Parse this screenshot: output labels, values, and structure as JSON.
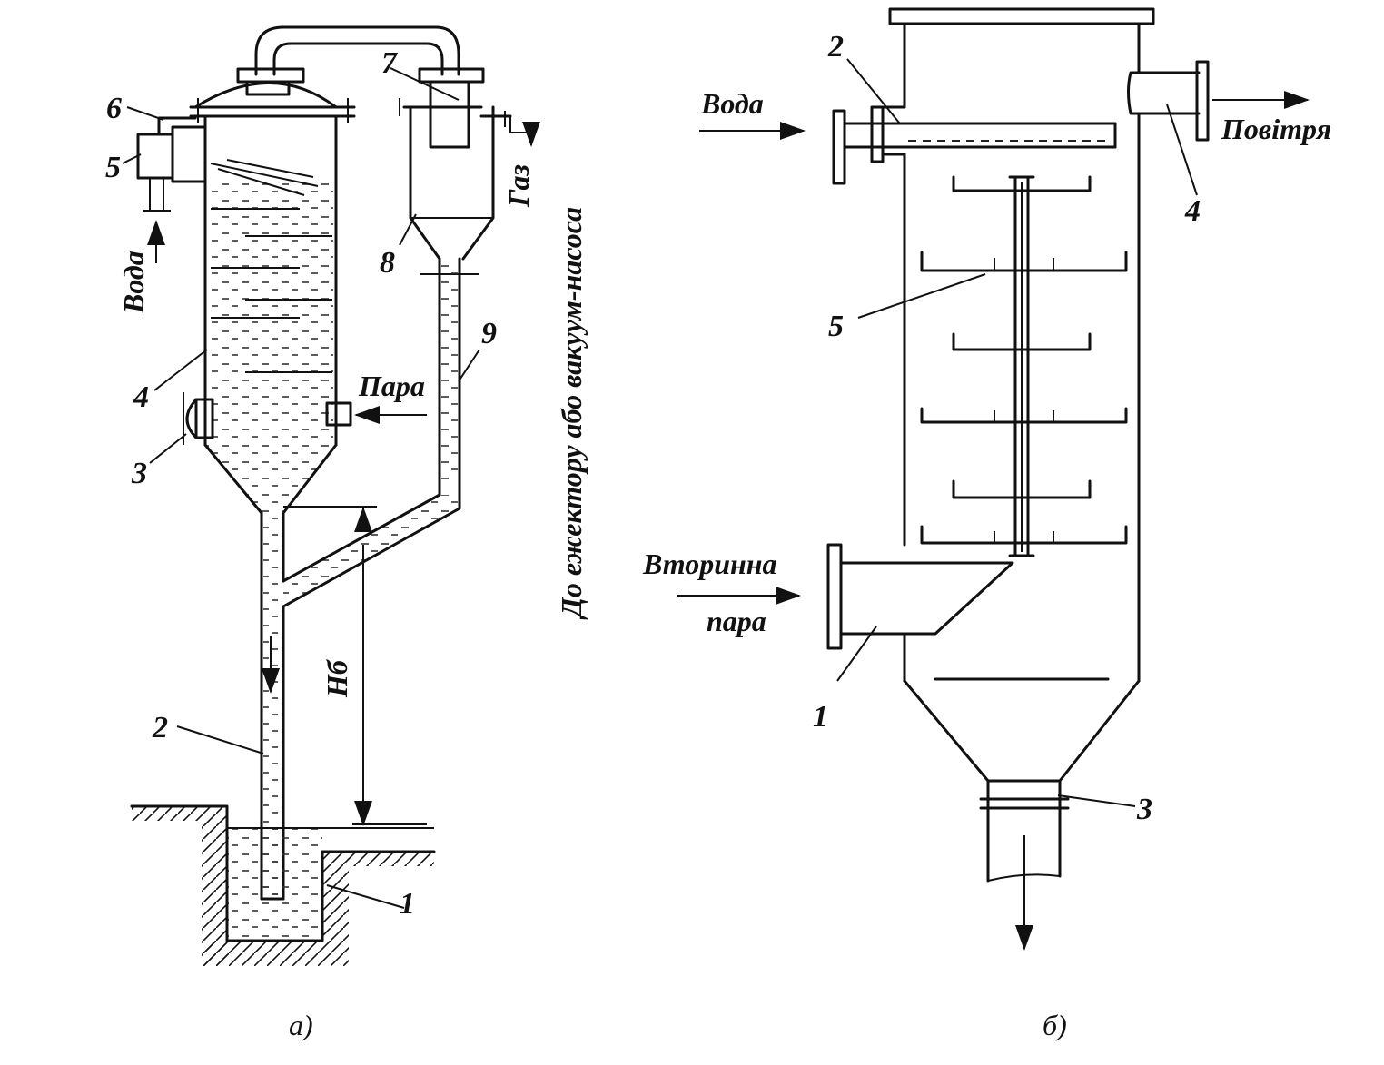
{
  "panel_a": {
    "caption": "а)",
    "water": "Вода",
    "steam": "Пара",
    "gas": "Газ",
    "to_ejector": "До ежектору або вакуум-насоса",
    "height": "Нб",
    "numbers": [
      "1",
      "2",
      "3",
      "4",
      "5",
      "6",
      "7",
      "8",
      "9"
    ]
  },
  "panel_b": {
    "caption": "б)",
    "water": "Вода",
    "air": "Повітря",
    "secondary_1": "Вторинна",
    "secondary_2": "пара",
    "numbers": [
      "1",
      "2",
      "3",
      "4",
      "5"
    ]
  }
}
